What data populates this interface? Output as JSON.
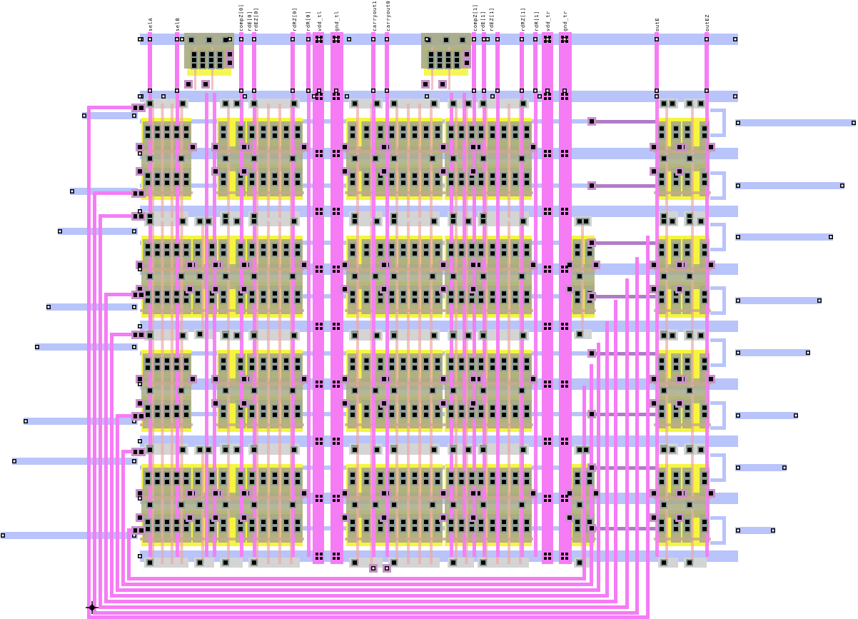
{
  "view": {
    "type": "vlsi-layout-editor",
    "description": "Magic-style CMOS layout of a 2-bit comparator/selector cell array"
  },
  "top_pins": [
    {
      "name": "selA"
    },
    {
      "name": "selB"
    },
    {
      "name": "compZ[0]"
    },
    {
      "name": "rdE[0]"
    },
    {
      "name": "rdEZ[0]"
    },
    {
      "name": "rdRZ[0]"
    },
    {
      "name": "rdR[0]"
    },
    {
      "name": "vdd_tl"
    },
    {
      "name": "gnd_tl"
    },
    {
      "name": "carryout1"
    },
    {
      "name": "carryout0"
    },
    {
      "name": "compZ[1]"
    },
    {
      "name": "rdE[1]"
    },
    {
      "name": "rdEZ[1]"
    },
    {
      "name": "rdRZ[1]"
    },
    {
      "name": "rdR[1]"
    },
    {
      "name": "vdd_tr"
    },
    {
      "name": "gnd_tr"
    },
    {
      "name": "outE"
    },
    {
      "name": "outEZ"
    }
  ],
  "left_input_count": 8,
  "right_output_count": 8,
  "cell_rows": 4,
  "layers": {
    "metal1": "#b8c4fa",
    "metal2": "#f57cf5",
    "metal2_over_metal1": "#b07cc8",
    "nwell": "#f5f540",
    "active": "#a8ab84",
    "pdiff": "#c8a890",
    "poly": "#f0a8a8",
    "via": "#000000",
    "contact_box": "#8c9c94",
    "select": "#d4d4d4",
    "m2contact": "#c890c8",
    "implant": "#a0e080",
    "cursor": "#000000"
  }
}
